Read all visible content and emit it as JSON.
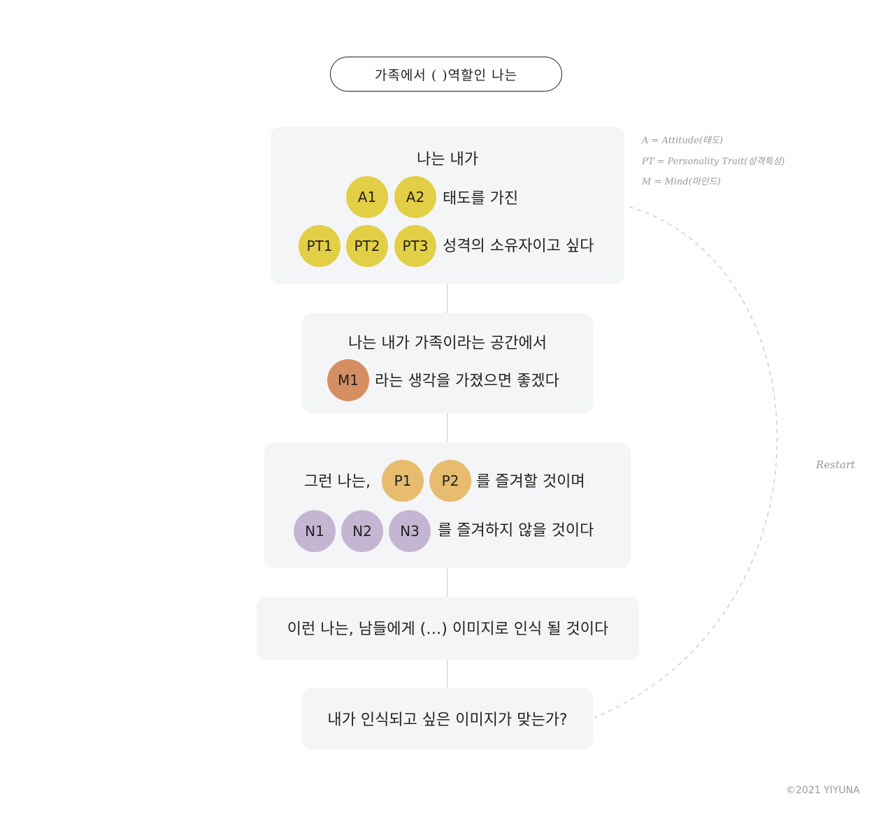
{
  "title": "가족에서 (   )역할인 나는",
  "legend": {
    "a": "A = Attitude(태도)",
    "pt": "PT = Personality Trait(성격특성)",
    "m": "M = Mind(마인드)"
  },
  "box1": {
    "line1": "나는 내가",
    "attitudes": [
      "A1",
      "A2"
    ],
    "attitude_text": "태도를 가진",
    "traits": [
      "PT1",
      "PT2",
      "PT3"
    ],
    "trait_text": "성격의 소유자이고 싶다"
  },
  "box2": {
    "line1": "나는 내가 가족이라는 공간에서",
    "mind": "M1",
    "mind_text": "라는 생각을 가졌으면 좋겠다"
  },
  "box3": {
    "prefix": "그런 나는,",
    "positives": [
      "P1",
      "P2"
    ],
    "positive_text": "를 즐겨할 것이며",
    "negatives": [
      "N1",
      "N2",
      "N3"
    ],
    "negative_text": "를 즐겨하지 않을 것이다"
  },
  "box4": {
    "text": "이런 나는, 남들에게 (…) 이미지로 인식 될 것이다"
  },
  "box5": {
    "text": "내가 인식되고 싶은 이미지가 맞는가?"
  },
  "restart_label": "Restart",
  "copyright": "©2021 YIYUNA",
  "colors": {
    "attitude": "#e3cf45",
    "trait": "#e3cf45",
    "mind": "#d58e62",
    "positive": "#e7bc6e",
    "negative": "#c4b5d2",
    "box": "#f4f5f7"
  }
}
